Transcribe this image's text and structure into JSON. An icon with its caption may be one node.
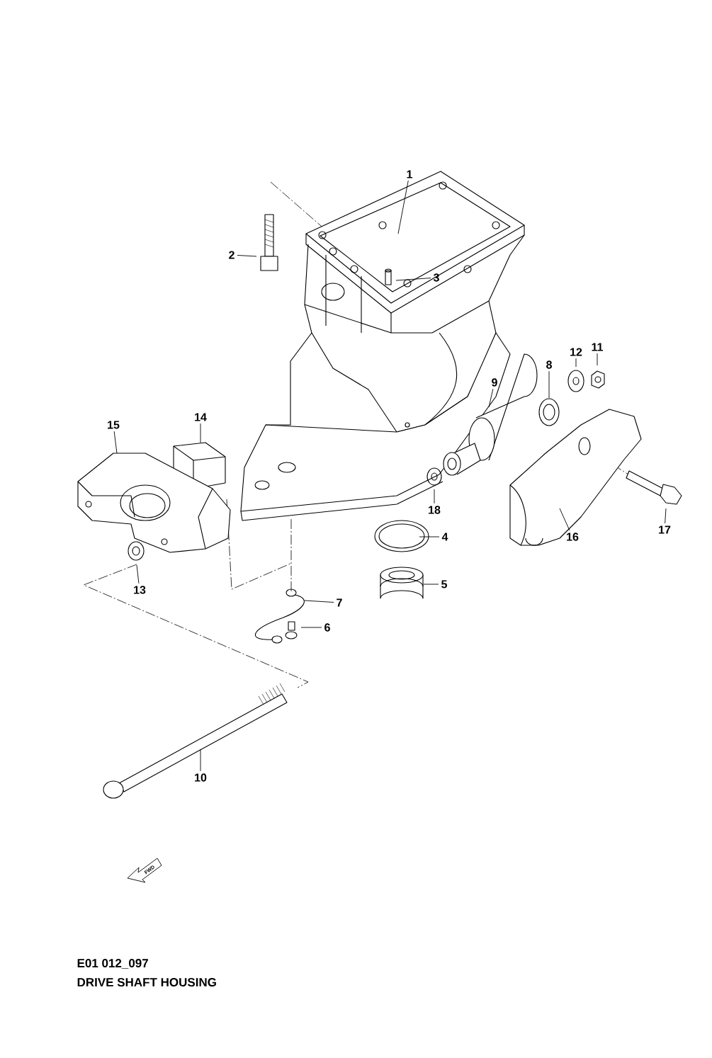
{
  "diagram": {
    "title": "DRIVE SHAFT HOUSING",
    "nodes": [
      {
        "text": [
          "1"
        ]
      },
      {
        "text": [
          "2"
        ]
      },
      {
        "text": [
          "3"
        ]
      },
      {
        "text": [
          "4"
        ]
      },
      {
        "text": [
          "5"
        ]
      },
      {
        "text": [
          "6"
        ]
      },
      {
        "text": [
          "7"
        ]
      },
      {
        "text": [
          "8"
        ]
      },
      {
        "text": [
          "9"
        ]
      },
      {
        "text": [
          "10"
        ]
      },
      {
        "text": [
          "11"
        ]
      },
      {
        "text": [
          "12"
        ]
      },
      {
        "text": [
          "13"
        ]
      },
      {
        "text": [
          "14"
        ]
      },
      {
        "text": [
          "15"
        ]
      },
      {
        "text": [
          "16"
        ]
      },
      {
        "text": [
          "17"
        ]
      },
      {
        "text": [
          "18"
        ]
      }
    ],
    "edges": [
      {
        "from": 0,
        "to": null,
        "arrow": "none"
      },
      {
        "from": 1,
        "to": null,
        "arrow": "none"
      },
      {
        "from": 2,
        "to": null,
        "arrow": "none"
      },
      {
        "from": 3,
        "to": null,
        "arrow": "none"
      },
      {
        "from": 4,
        "to": null,
        "arrow": "none"
      },
      {
        "from": 5,
        "to": null,
        "arrow": "none"
      },
      {
        "from": 6,
        "to": null,
        "arrow": "none"
      },
      {
        "from": 7,
        "to": null,
        "arrow": "none"
      },
      {
        "from": 8,
        "to": null,
        "arrow": "none"
      },
      {
        "from": 9,
        "to": null,
        "arrow": "none"
      },
      {
        "from": 10,
        "to": null,
        "arrow": "none"
      },
      {
        "from": 11,
        "to": null,
        "arrow": "none"
      },
      {
        "from": 12,
        "to": null,
        "arrow": "none"
      },
      {
        "from": 13,
        "to": null,
        "arrow": "none"
      },
      {
        "from": 14,
        "to": null,
        "arrow": "none"
      },
      {
        "from": 15,
        "to": null,
        "arrow": "none"
      },
      {
        "from": 16,
        "to": null,
        "arrow": "none"
      },
      {
        "from": 17,
        "to": null,
        "arrow": "none"
      }
    ],
    "labels": [
      "FWD",
      "E01 012_097"
    ]
  }
}
